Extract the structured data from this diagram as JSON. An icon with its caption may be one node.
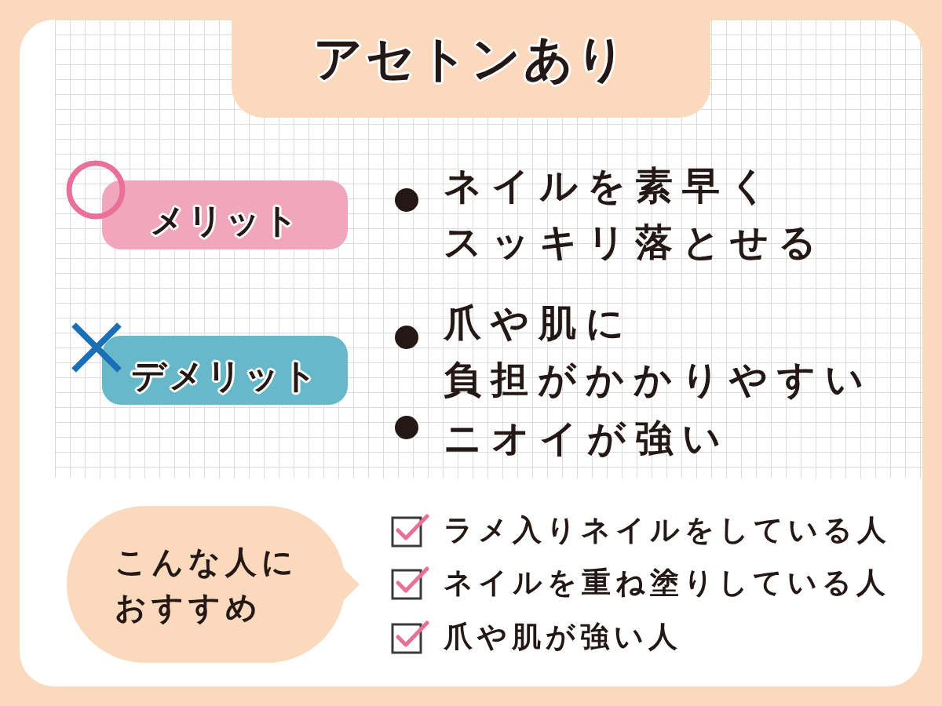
{
  "diagram": {
    "title": "アセトンあり",
    "nodes": [
      {
        "text": [
          "メリット"
        ]
      },
      {
        "text": [
          "デメリット"
        ]
      },
      {
        "text": [
          "こんな人におすすめ"
        ]
      }
    ],
    "labels": [
      "ネイルを素早くスッキリ落とせる",
      "爪や肌に負担がかかりやすい",
      "ニオイが強い",
      "ラメ入りネイルをしている人",
      "ネイルを重ね塗りしている人",
      "爪や肌が強い人"
    ]
  }
}
